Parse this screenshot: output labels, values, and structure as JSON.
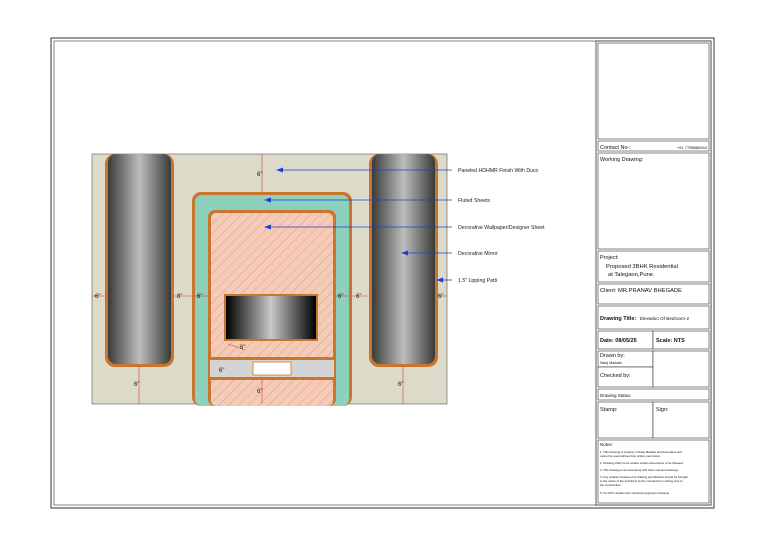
{
  "drawing": {
    "labels": {
      "paneled": "Paneled HDHMR Finish With Duco",
      "fluted": "Fluted Sheets",
      "wallpaper": "Decorative Wallpaper/Designer Sheet",
      "mirror": "Decorative Mirror",
      "lipping": "1.5\" Lipping Patti"
    },
    "dims": {
      "left_outer": "6\"",
      "left_inner_a": "8\"",
      "left_inner_b": "6\"",
      "right_inner_a": "6\"",
      "right_inner_b": "6\"",
      "right_outer": "6\"",
      "top_mid": "6\"",
      "bottom_left": "6\"",
      "bottom_mid": "6\"",
      "bottom_right": "6\"",
      "shelf_a": "6\"",
      "shelf_b": "6\""
    },
    "colors": {
      "wall": "#dcdac9",
      "lipping": "#c8762c",
      "fluted": "#8fcfbe",
      "wallpaper": "#f4cbb7",
      "leader": "#1f3fd1",
      "dimension": "#d94040"
    }
  },
  "title_block": {
    "contact_label": "Contact No-:",
    "contact_value": "+91 7798885544",
    "working_drawing": "Working Drawing:",
    "project_label": "Project:",
    "project_line1": "Proposed 3BHK Residential",
    "project_line2": "at Talegaon,Pune.",
    "client": "Client: MR.PRANAV BHEGADE",
    "drawing_title_label": "Drawing Title:",
    "drawing_title_value": "Elevation Of Bedroom-2",
    "date": "Date: 08/05/25",
    "scale": "Scale: NTS",
    "drawn_by_label": "Drawn by:",
    "drawn_by_value": "Satej Markale",
    "checked_by": "Checked by:",
    "drawing_status": "Drawing Status",
    "stamp": "Stamp:",
    "sign": "Sign:",
    "notes_label": "Notes:",
    "notes": [
      "1. This Drawing is property of Satej Markale and Associates and",
      "    cannot be used without their written permission.",
      "2. Drawing shall not be scaled. written dimensions to be followed.",
      "3. This drawing to be read along with other relevant drawings.",
      "4. Any variation between the drawing specification should be brought",
      "    to the notice of the architects by the contractors in writing prior to",
      "    the construction.",
      "5. For RCC details refer structural engineers drawings."
    ]
  }
}
